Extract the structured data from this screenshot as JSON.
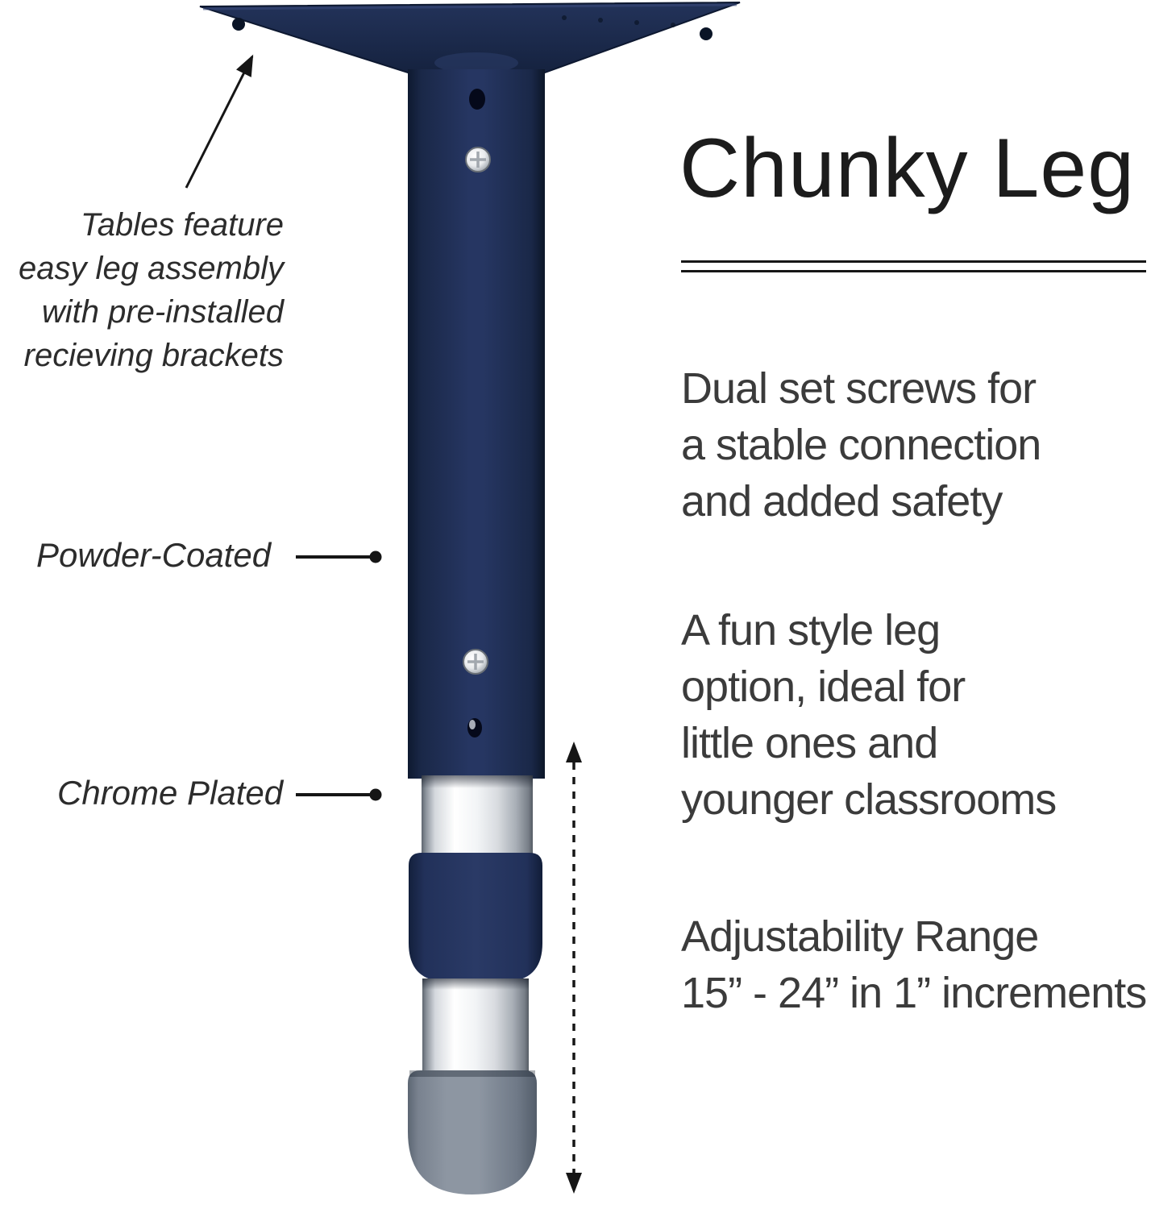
{
  "title": "Chunky Leg",
  "annotations": {
    "bracket_note": [
      "Tables feature",
      "easy leg assembly",
      "with pre-installed",
      "recieving brackets"
    ],
    "powder_coated": "Powder-Coated",
    "chrome_plated": "Chrome Plated"
  },
  "features": {
    "dual_screws": [
      "Dual set screws for",
      "a stable connection",
      "and added safety"
    ],
    "fun_style": [
      "A fun style leg",
      "option, ideal for",
      "little ones and",
      "younger classrooms"
    ],
    "adjustability": [
      "Adjustability Range",
      "15” - 24” in 1” increments"
    ]
  },
  "colors": {
    "navy": "#1e2d52",
    "navy_dark": "#0e1930",
    "chrome": "#f2f4f6",
    "foot_gray": "#8d96a2",
    "line": "#161616",
    "text": "#3b3b3b",
    "title_text": "#1c1c1c"
  }
}
